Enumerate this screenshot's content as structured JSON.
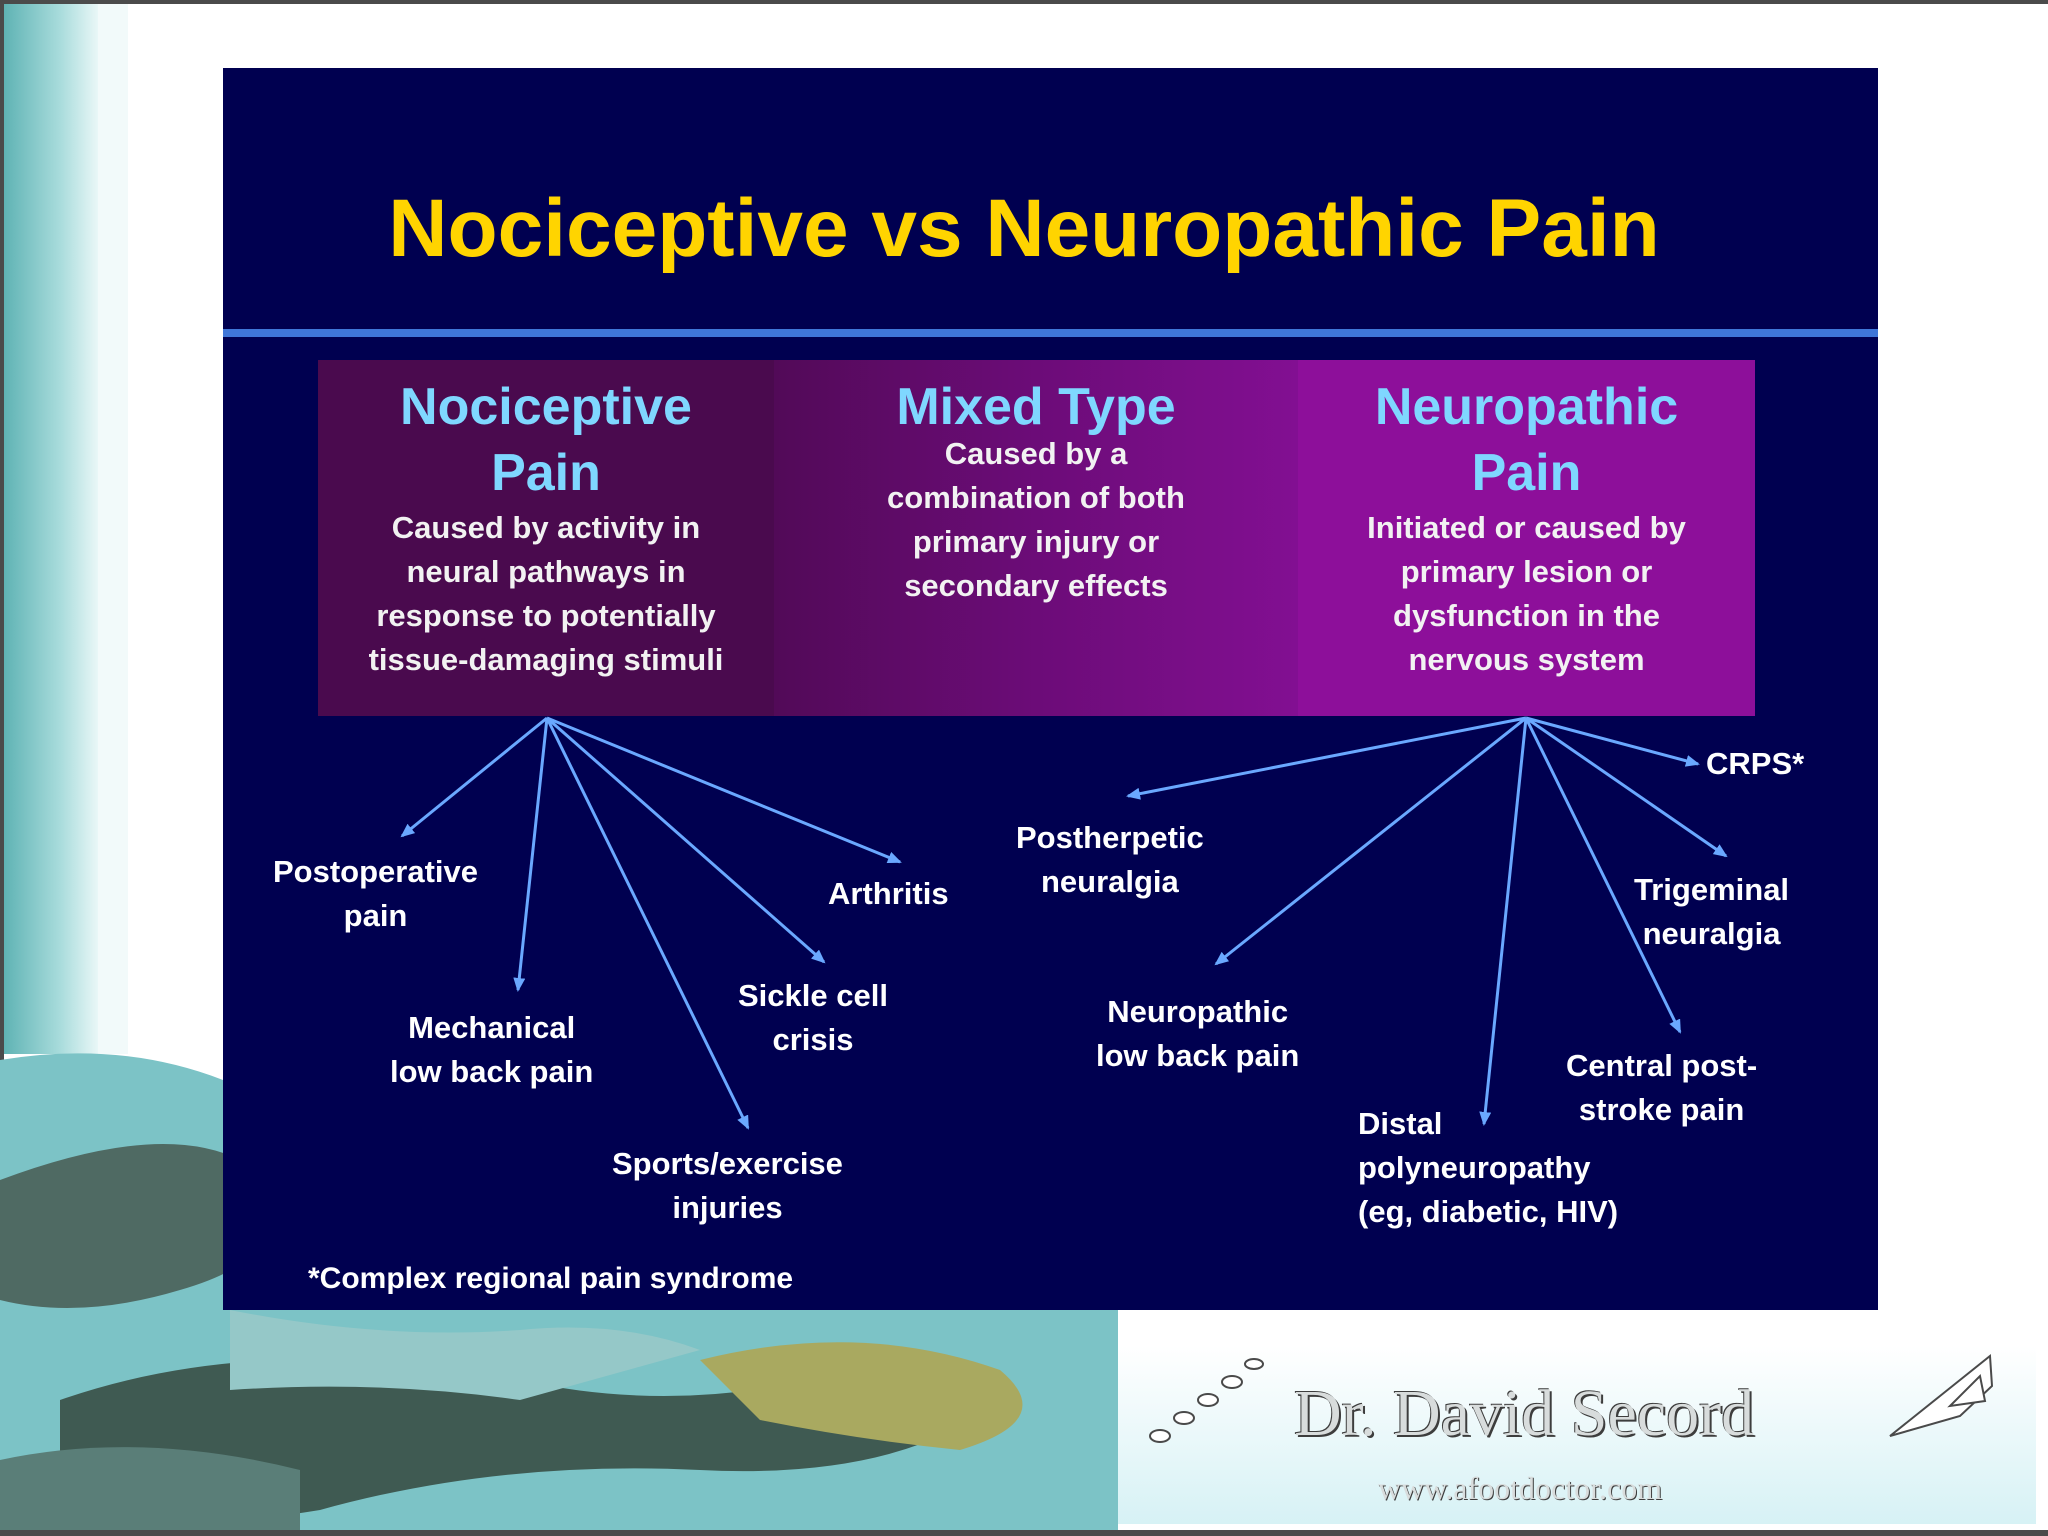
{
  "title": "Nociceptive vs Neuropathic Pain",
  "columns": {
    "nociceptive": {
      "heading": [
        "Nociceptive",
        "Pain"
      ],
      "description": [
        "Caused by activity in",
        "neural pathways in",
        "response to potentially",
        "tissue-damaging stimuli"
      ]
    },
    "mixed": {
      "heading": [
        "Mixed Type"
      ],
      "description": [
        "Caused by a",
        "combination of both",
        "primary injury or",
        "secondary effects"
      ]
    },
    "neuropathic": {
      "heading": [
        "Neuropathic",
        "Pain"
      ],
      "description": [
        "Initiated or caused by",
        "primary lesion or",
        "dysfunction in the",
        "nervous system"
      ]
    }
  },
  "nociceptive_examples": {
    "postoperative": [
      "Postoperative",
      "pain"
    ],
    "mechanical": [
      "Mechanical",
      "low back pain"
    ],
    "sports": [
      "Sports/exercise",
      "injuries"
    ],
    "sickle": [
      "Sickle cell",
      "crisis"
    ],
    "arthritis": [
      "Arthritis"
    ]
  },
  "neuropathic_examples": {
    "postherpetic": [
      "Postherpetic",
      "neuralgia"
    ],
    "low_back": [
      "Neuropathic",
      "low back pain"
    ],
    "distal": [
      "Distal",
      "polyneuropathy",
      "(eg, diabetic, HIV)"
    ],
    "central": [
      "Central post-",
      "stroke pain"
    ],
    "trigeminal": [
      "Trigeminal",
      "neuralgia"
    ],
    "crps": [
      "CRPS*"
    ]
  },
  "footnote": "*Complex regional pain syndrome",
  "brand": {
    "name": "Dr. David Secord",
    "url": "www.afootdoctor.com"
  },
  "colors": {
    "slide_background": "#000050",
    "title": "#ffd400",
    "heading": "#7fd7ff",
    "arrow": "#6aa8ff"
  }
}
